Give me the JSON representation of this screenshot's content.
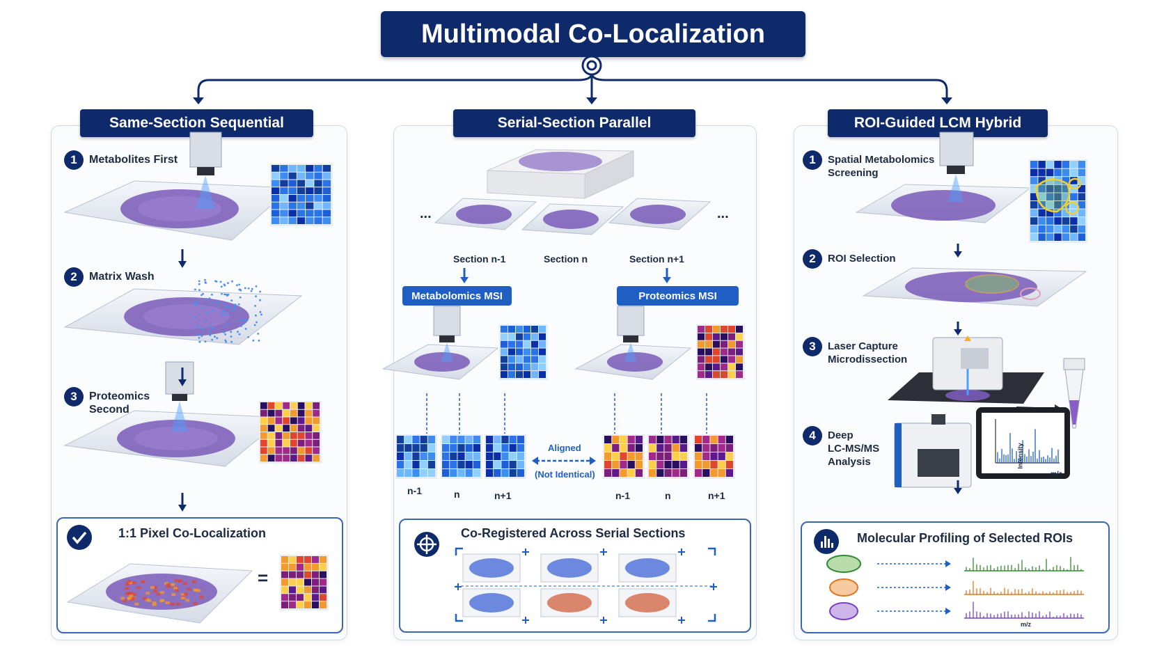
{
  "title": "Multimodal Co-Localization",
  "panels": {
    "left": {
      "header": "Same-Section Sequential",
      "steps": [
        {
          "num": "1",
          "label": "Metabolites First"
        },
        {
          "num": "2",
          "label": "Matrix Wash"
        },
        {
          "num": "3",
          "label": "Proteomics\nSecond"
        }
      ],
      "result": "1:1 Pixel Co-Localization",
      "equals": "="
    },
    "middle": {
      "header": "Serial-Section Parallel",
      "sections": [
        "Section n-1",
        "Section n",
        "Section n+1"
      ],
      "ellipsis": "...",
      "metabolomics": "Metabolomics MSI",
      "proteomics": "Proteomics MSI",
      "aligned": "Aligned",
      "not_identical": "(Not Identical)",
      "tile_labels": [
        "n-1",
        "n",
        "n+1"
      ],
      "result": "Co-Registered Across Serial Sections"
    },
    "right": {
      "header": "ROI-Guided LCM Hybrid",
      "steps": [
        {
          "num": "1",
          "label": "Spatial Metabolomics\nScreening"
        },
        {
          "num": "2",
          "label": "ROI Selection"
        },
        {
          "num": "3",
          "label": "Laser Capture\nMicrodissection"
        },
        {
          "num": "4",
          "label": "Deep\nLC-MS/MS\nAnalysis"
        }
      ],
      "spectrum_y": "Intensity",
      "spectrum_x": "m/z",
      "result": "Molecular Profiling of Selected ROIs",
      "result_axis": "m/z"
    }
  },
  "colors": {
    "navy": "#0f2a6b",
    "blue": "#1f5fc4",
    "tissue": "#7a5bb8",
    "heat_blue": "#1d5fd9",
    "heat_orange": "#f29a2e",
    "roi_green": "#7fbf6a",
    "roi_orange": "#f0a050",
    "roi_purple": "#a678d8"
  },
  "icons": [
    "connector-node-icon",
    "checkmark-icon",
    "crosshair-icon",
    "bar-chart-icon"
  ]
}
